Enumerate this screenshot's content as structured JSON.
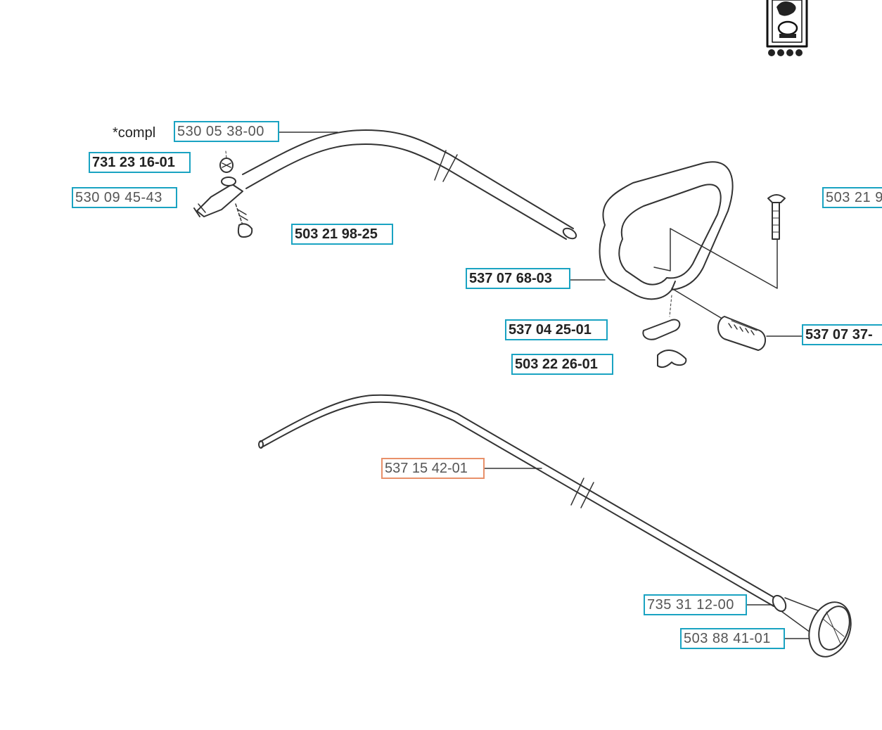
{
  "diagram": {
    "type": "exploded-parts-diagram",
    "compl_prefix": "*compl",
    "colors": {
      "label_border": "#1aa3c2",
      "selected_border": "#e8906a",
      "line": "#333333"
    },
    "parts": [
      {
        "number": "530 05 38-00"
      },
      {
        "number": "731 23 16-01"
      },
      {
        "number": "530 09 45-43"
      },
      {
        "number": "503 21 98-25"
      },
      {
        "number": "503 21 9"
      },
      {
        "number": "537 07 68-03"
      },
      {
        "number": "537 04 25-01"
      },
      {
        "number": "503 22 26-01"
      },
      {
        "number": "537 07 37-"
      },
      {
        "number": "537 15 42-01",
        "selected": true
      },
      {
        "number": "735 31 12-00"
      },
      {
        "number": "503 88 41-01"
      }
    ]
  }
}
